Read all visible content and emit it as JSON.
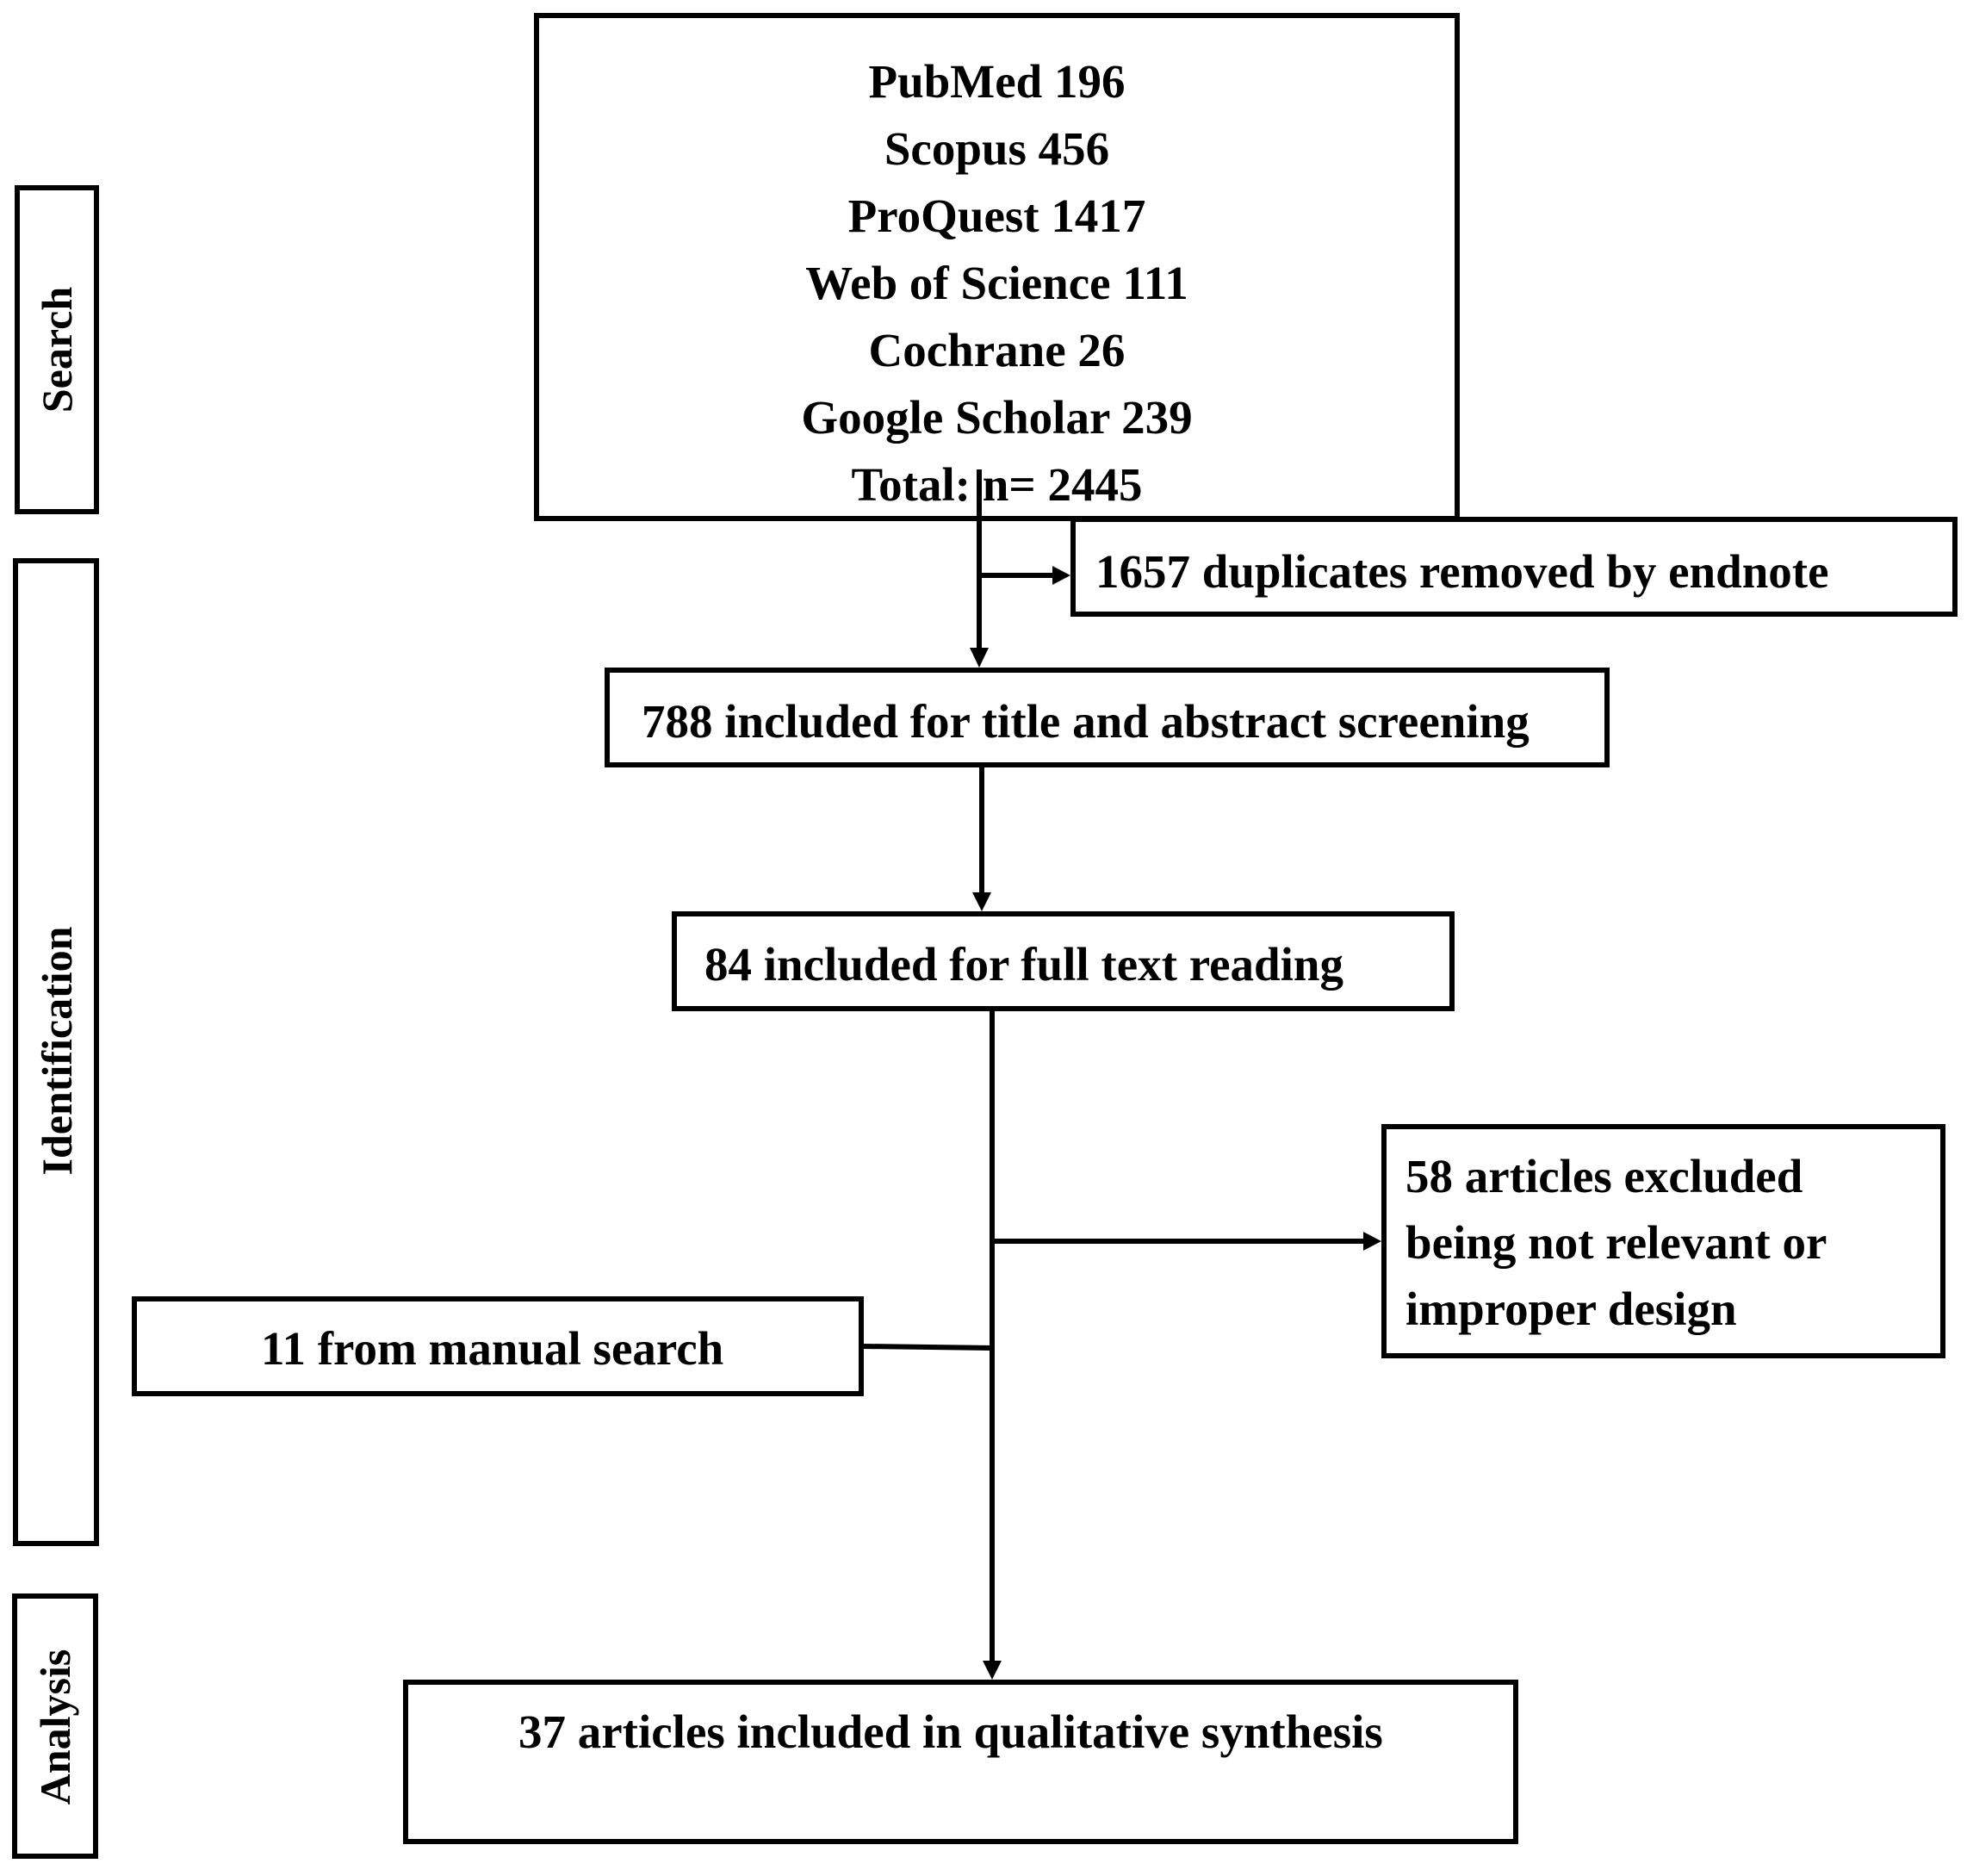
{
  "stages": {
    "search": "Search",
    "identification": "Identification",
    "analysis": "Analysis"
  },
  "databases": [
    "PubMed 196",
    "Scopus 456",
    "ProQuest 1417",
    "Web of Science 111",
    "Cochrane 26",
    "Google Scholar 239",
    "Total: n= 2445"
  ],
  "duplicates": "1657 duplicates removed by endnote",
  "title_abstract": "788 included  for title and abstract  screening",
  "full_text": "84 included  for full text reading",
  "excluded": [
    "58 articles excluded",
    "being not relevant or",
    "improper design"
  ],
  "manual_search": "11 from manual search",
  "final": "37 articles included in qualitative synthesis"
}
